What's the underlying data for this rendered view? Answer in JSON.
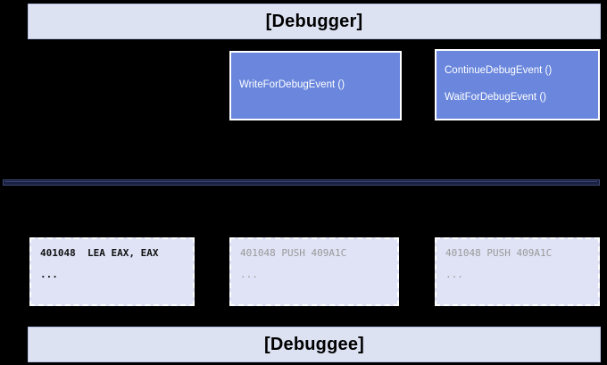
{
  "diagram": {
    "background_color": "#000000",
    "roles": {
      "top": {
        "label": "[Debugger]",
        "fill_color": "#dde2f3"
      },
      "bottom": {
        "label": "[Debuggee]",
        "fill_color": "#dde2f3"
      }
    },
    "api_boxes": [
      {
        "fill_color": "#6a87dd",
        "border_color": "#ffffff",
        "lines": [
          "WriteForDebugEvent ()"
        ]
      },
      {
        "fill_color": "#6a87dd",
        "border_color": "#ffffff",
        "lines": [
          "ContinueDebugEvent ()",
          "WaitForDebugEvent ()"
        ]
      }
    ],
    "interface_bar": {
      "color": "#1b2142"
    },
    "code_boxes": [
      {
        "fill_color": "#dfe3f5",
        "border_color": "#ffffff",
        "text_color": "#111111",
        "lines": [
          "401048  LEA EAX, EAX",
          "..."
        ]
      },
      {
        "fill_color": "#dfe3f5",
        "border_color": "#ffffff",
        "text_color": "#9a9a9a",
        "lines": [
          "401048 PUSH 409A1C",
          "..."
        ]
      },
      {
        "fill_color": "#dfe3f5",
        "border_color": "#ffffff",
        "text_color": "#9a9a9a",
        "lines": [
          "401048 PUSH 409A1C",
          "..."
        ]
      }
    ]
  }
}
